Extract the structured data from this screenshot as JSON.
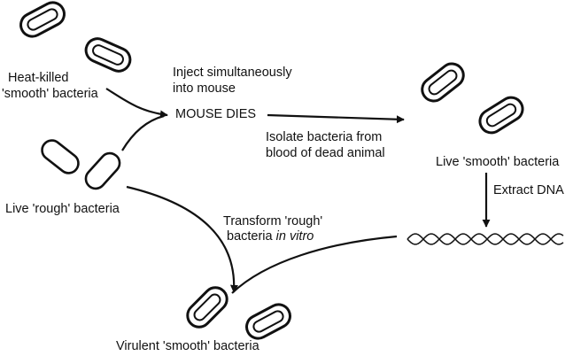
{
  "labels": {
    "heat_killed": "Heat-killed",
    "smooth_bacteria_line": "'smooth' bacteria",
    "inject_line1": "Inject simultaneously",
    "inject_line2": "into mouse",
    "mouse_dies": "MOUSE DIES",
    "isolate_line1": "Isolate bacteria from",
    "isolate_line2": "blood of dead animal",
    "live_smooth": "Live 'smooth' bacteria",
    "extract_dna": "Extract DNA",
    "live_rough": "Live 'rough' bacteria",
    "transform_line1": "Transform 'rough'",
    "transform_line2_prefix": "bacteria ",
    "transform_line2_italic": "in vitro",
    "virulent_smooth": "Virulent 'smooth' bacteria"
  },
  "colors": {
    "ink": "#111111",
    "background": "#ffffff"
  }
}
